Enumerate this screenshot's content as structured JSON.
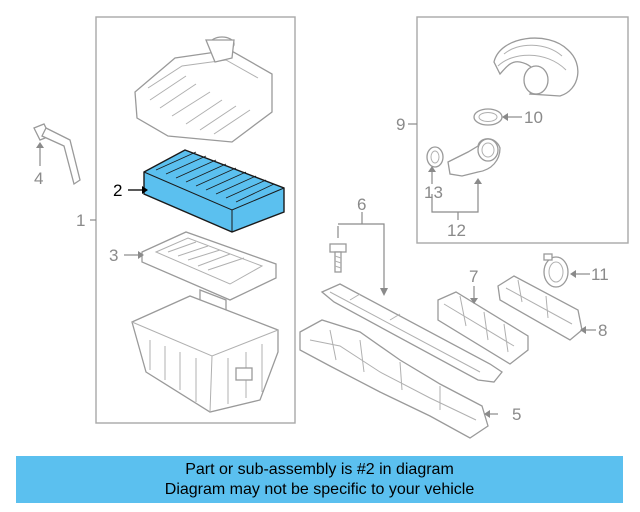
{
  "callouts": {
    "c1": "1",
    "c2": "2",
    "c3": "3",
    "c4": "4",
    "c5": "5",
    "c6": "6",
    "c7": "7",
    "c8": "8",
    "c9": "9",
    "c10": "10",
    "c11": "11",
    "c12": "12",
    "c13": "13"
  },
  "colors": {
    "highlight_part": "#5bc0ef",
    "banner_background": "#5bc0ef",
    "line_art": "#9a9a9a"
  },
  "banner": {
    "line1": "Part or sub-assembly is #2 in diagram",
    "line2": "Diagram may not be specific to your vehicle"
  }
}
